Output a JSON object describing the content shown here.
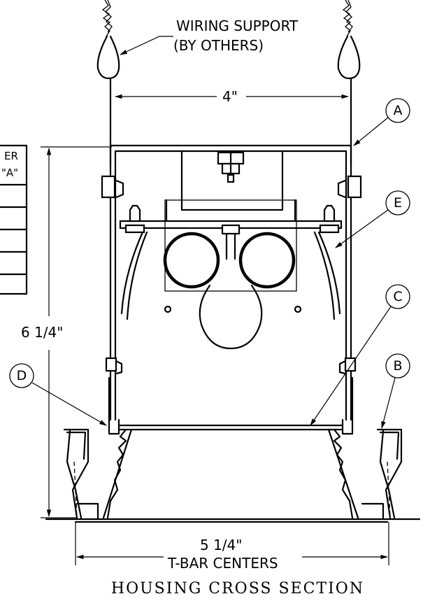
{
  "callouts": {
    "wiring_support_line1": "WIRING SUPPORT",
    "wiring_support_line2": "(BY OTHERS)"
  },
  "dimensions": {
    "top_width": "4\"",
    "height": "6 1/4\"",
    "bottom_width": "5 1/4\"",
    "bottom_note": "T-BAR CENTERS"
  },
  "table": {
    "header_line1": "ER",
    "header_line2": "\"A\""
  },
  "part_labels": {
    "a": "A",
    "b": "B",
    "c": "C",
    "d": "D",
    "e": "E"
  },
  "caption": "HOUSING CROSS SECTION"
}
